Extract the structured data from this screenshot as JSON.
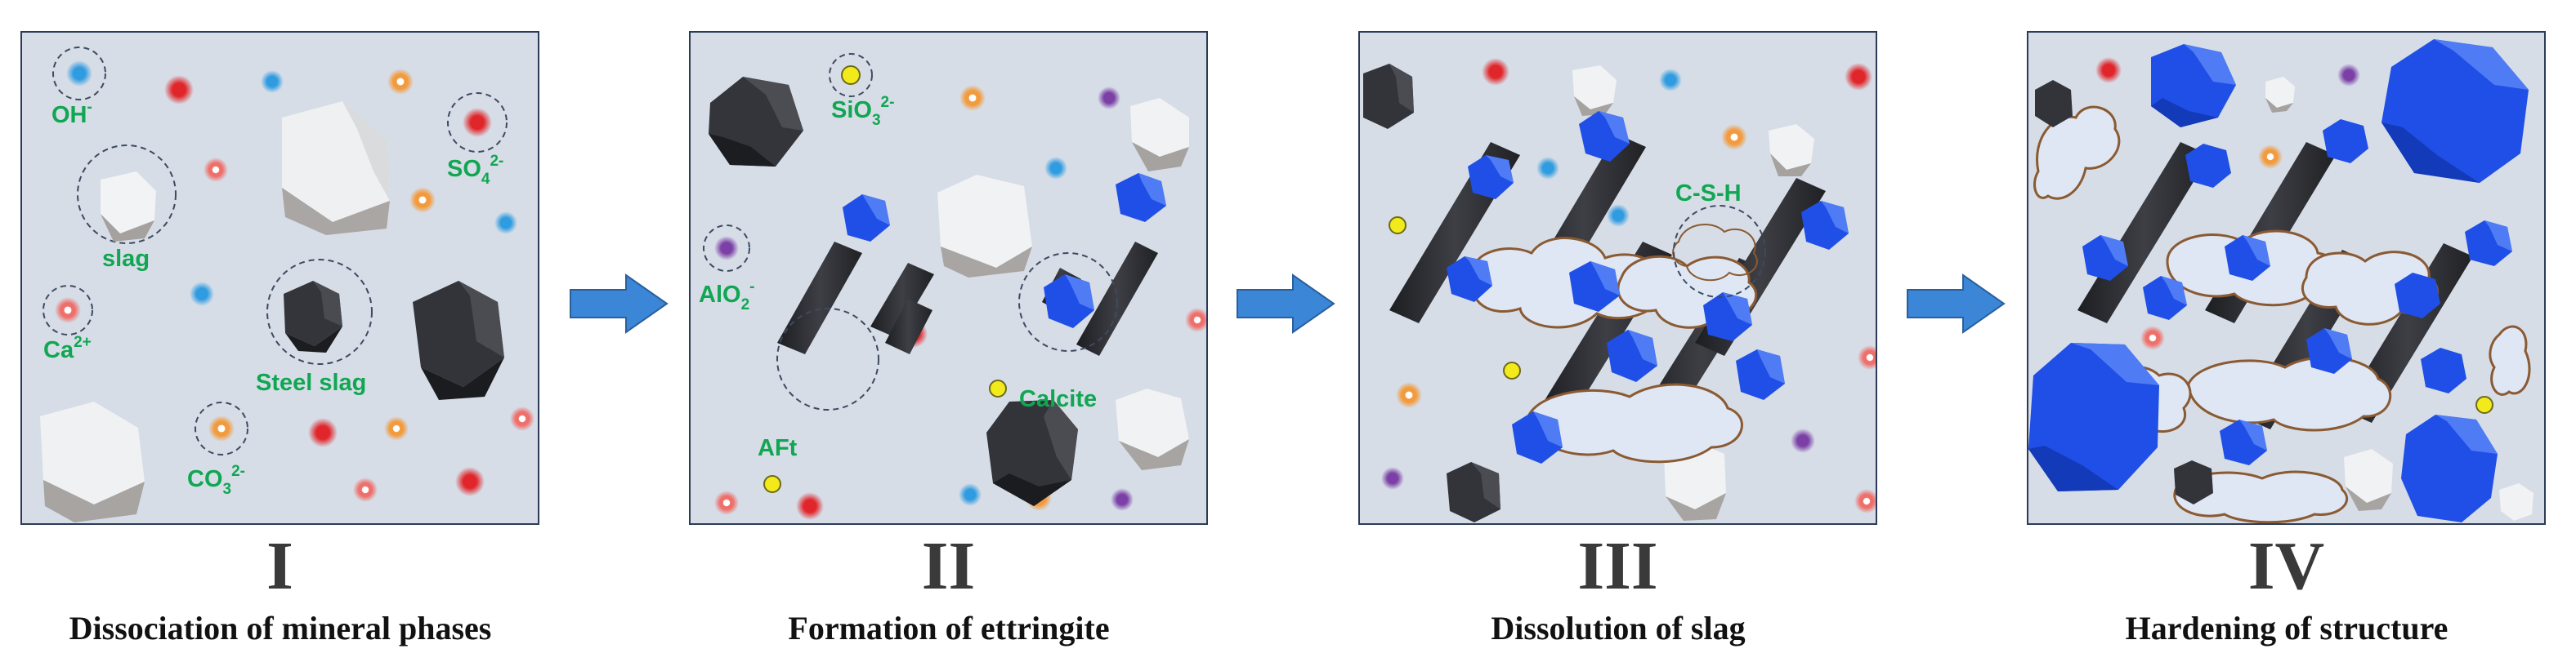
{
  "stages": [
    {
      "numeral": "I",
      "caption": "Dissociation of mineral phases",
      "labels": {
        "oh": "OH",
        "oh_sup": "-",
        "so4": "SO",
        "so4_sub": "4",
        "so4_sup": "2-",
        "slag": "slag",
        "ca": "Ca",
        "ca_sup": "2+",
        "steel_slag": "Steel slag",
        "co3": "CO",
        "co3_sub": "3",
        "co3_sup": "2-"
      }
    },
    {
      "numeral": "II",
      "caption": "Formation of ettringite",
      "labels": {
        "sio3": "SiO",
        "sio3_sub": "3",
        "sio3_sup": "2-",
        "alo2": "AlO",
        "alo2_sub": "2",
        "alo2_sup": "-",
        "aft": "AFt",
        "calcite": "Calcite"
      }
    },
    {
      "numeral": "III",
      "caption": "Dissolution of slag",
      "labels": {
        "csh": "C-S-H"
      }
    },
    {
      "numeral": "IV",
      "caption": "Hardening of structure",
      "labels": {}
    }
  ],
  "colors": {
    "panel_bg": "#d6dde7",
    "panel_border": "#2b3b57",
    "label_green": "#11a652",
    "arrow_blue": "#3b86d6",
    "ion_red": "#e0262a",
    "ion_blue": "#2f9be0",
    "ion_orange": "#f39a3c",
    "ion_pink": "#ef6f6a",
    "ion_yellow": "#f2ea1a",
    "ion_purple": "#7b3fa6",
    "crystal_blue": "#1f4fe6",
    "slag_white": "#f4f4f4",
    "steel_slag_black": "#2d2e33",
    "gel_outline": "#8a5a32"
  },
  "icons": [
    "arrow-right-icon",
    "ion-icon",
    "crystal-icon",
    "gel-cloud-icon"
  ]
}
